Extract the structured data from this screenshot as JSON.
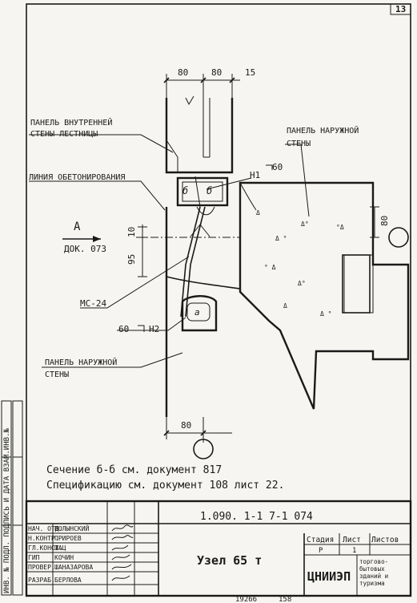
{
  "sheet": {
    "number": "13",
    "dimensions": {
      "d1": "80",
      "d2": "80",
      "d3": "15",
      "d_vertical_1": "10",
      "d_vertical_2": "95",
      "d_right": "80",
      "d_bottom": "80"
    },
    "labels": {
      "inner_panel_1": "ПАНЕЛЬ ВНУТРЕННЕЙ",
      "inner_panel_2": "СТЕНЫ ЛЕСТНИЦЫ",
      "outer_panel_top_1": "ПАНЕЛЬ НАРУЖНОЙ",
      "outer_panel_top_2": "СТЕНЫ",
      "concrete_line": "ЛИНИЯ ОБЕТОНИРОВАНИЯ",
      "mark_n1": "Н1",
      "mark_60_top": "60",
      "section_b": "б",
      "view_a": "А",
      "doc_073": "ДОК. 073",
      "ms24": "МС-24",
      "bottom_60": "60",
      "mark_n2": "Н2",
      "mark_a": "а",
      "outer_panel_bottom_1": "ПАНЕЛЬ НАРУЖНОЙ",
      "outer_panel_bottom_2": "СТЕНЫ"
    },
    "notes": {
      "line1": "Сечение б-б см. документ 817",
      "line2": "Спецификацию см. документ 108 лист 22."
    },
    "left_strip": "ИНВ. № ПОДЛ. ПОДПИСЬ И ДАТА ВЗАМ.ИНВ.№"
  },
  "title_block": {
    "doc_code": "1.090. 1-1 7-1 074",
    "title": "Узел 65 т",
    "stage_header": "Стадия",
    "sheet_header": "Лист",
    "sheets_header": "Листов",
    "stage_value": "Р",
    "sheet_value": "1",
    "org": "ЦНИИЭП",
    "org_desc_1": "торгово-",
    "org_desc_2": "бытовых",
    "org_desc_3": "зданий и",
    "org_desc_4": "туризма",
    "roles": [
      {
        "role": "НАЧ. ОТД.",
        "name": "ВОЛЫНСКИЙ"
      },
      {
        "role": "Н.КОНТР.",
        "name": "ПРИРОЕВ"
      },
      {
        "role": "ГЛ.КОНСТ.",
        "name": "ШАЦ"
      },
      {
        "role": "ГИП",
        "name": "КОЧИН"
      },
      {
        "role": "ПРОВЕР.",
        "name": "ШАНАЗАРОВА"
      },
      {
        "role": "РАЗРАБ.",
        "name": "БЕРЛОВА"
      }
    ]
  },
  "footer": {
    "archive_num": "19266",
    "archive_sub": "158"
  }
}
